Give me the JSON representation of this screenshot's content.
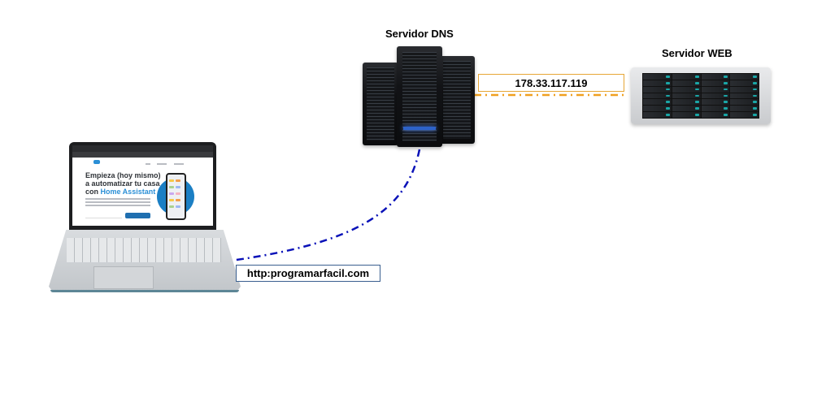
{
  "nodes": {
    "dns": {
      "title": "Servidor DNS",
      "icon": "server-rack-icon"
    },
    "web": {
      "title": "Servidor WEB",
      "icon": "rack-server-icon"
    },
    "client": {
      "icon": "laptop-icon"
    }
  },
  "labels": {
    "ip_address": "178.33.117.119",
    "url": "http:programarfacil.com"
  },
  "laptop_screen": {
    "headline_line1": "Empieza (hoy mismo)",
    "headline_line2": "a automatizar tu casa",
    "headline_prefix": "con ",
    "headline_accent": "Home Assistant"
  },
  "colors": {
    "dns_link": "#0a12b8",
    "web_link": "#f0a020",
    "ip_box_border": "#e6a636",
    "url_box_border": "#3a5f8f",
    "accent": "#2a8fd6"
  }
}
